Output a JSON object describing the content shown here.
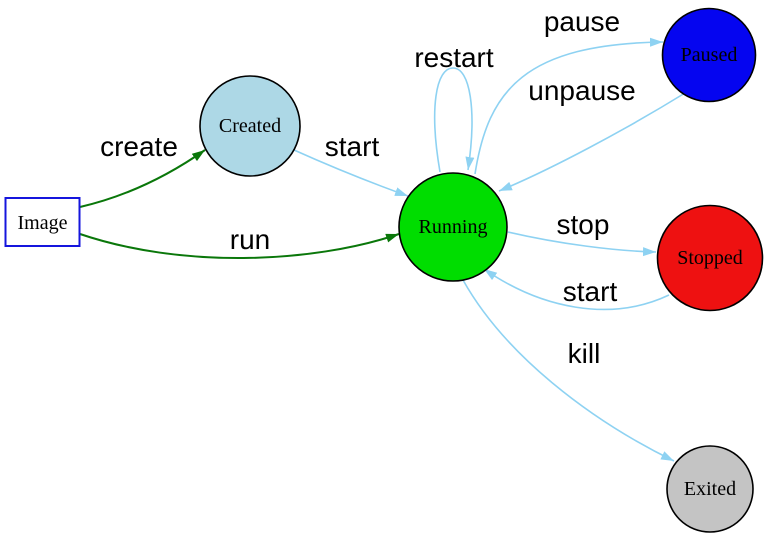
{
  "diagram": {
    "type": "state-diagram",
    "background": "#ffffff",
    "colors": {
      "edge_green": "#0a770a",
      "edge_blue": "#8ed2f2",
      "node_border": "#000000",
      "text": "#000000"
    },
    "nodes": {
      "image": {
        "label": "Image",
        "shape": "box",
        "fill": "#ffffff",
        "border": "#1515dd"
      },
      "created": {
        "label": "Created",
        "shape": "circle",
        "fill": "#add8e6"
      },
      "running": {
        "label": "Running",
        "shape": "circle",
        "fill": "#00dd00"
      },
      "paused": {
        "label": "Paused",
        "shape": "circle",
        "fill": "#0505f0"
      },
      "stopped": {
        "label": "Stopped",
        "shape": "circle",
        "fill": "#ee1111"
      },
      "exited": {
        "label": "Exited",
        "shape": "circle",
        "fill": "#c4c4c4"
      }
    },
    "edges": {
      "create": {
        "label": "create",
        "from": "Image",
        "to": "Created",
        "color": "#0a770a"
      },
      "run": {
        "label": "run",
        "from": "Image",
        "to": "Running",
        "color": "#0a770a"
      },
      "start_created": {
        "label": "start",
        "from": "Created",
        "to": "Running",
        "color": "#8ed2f2"
      },
      "restart": {
        "label": "restart",
        "from": "Running",
        "to": "Running",
        "color": "#8ed2f2"
      },
      "pause": {
        "label": "pause",
        "from": "Running",
        "to": "Paused",
        "color": "#8ed2f2"
      },
      "unpause": {
        "label": "unpause",
        "from": "Paused",
        "to": "Running",
        "color": "#8ed2f2"
      },
      "stop": {
        "label": "stop",
        "from": "Running",
        "to": "Stopped",
        "color": "#8ed2f2"
      },
      "start_stopped": {
        "label": "start",
        "from": "Stopped",
        "to": "Running",
        "color": "#8ed2f2"
      },
      "kill": {
        "label": "kill",
        "from": "Running",
        "to": "Exited",
        "color": "#8ed2f2"
      }
    }
  }
}
